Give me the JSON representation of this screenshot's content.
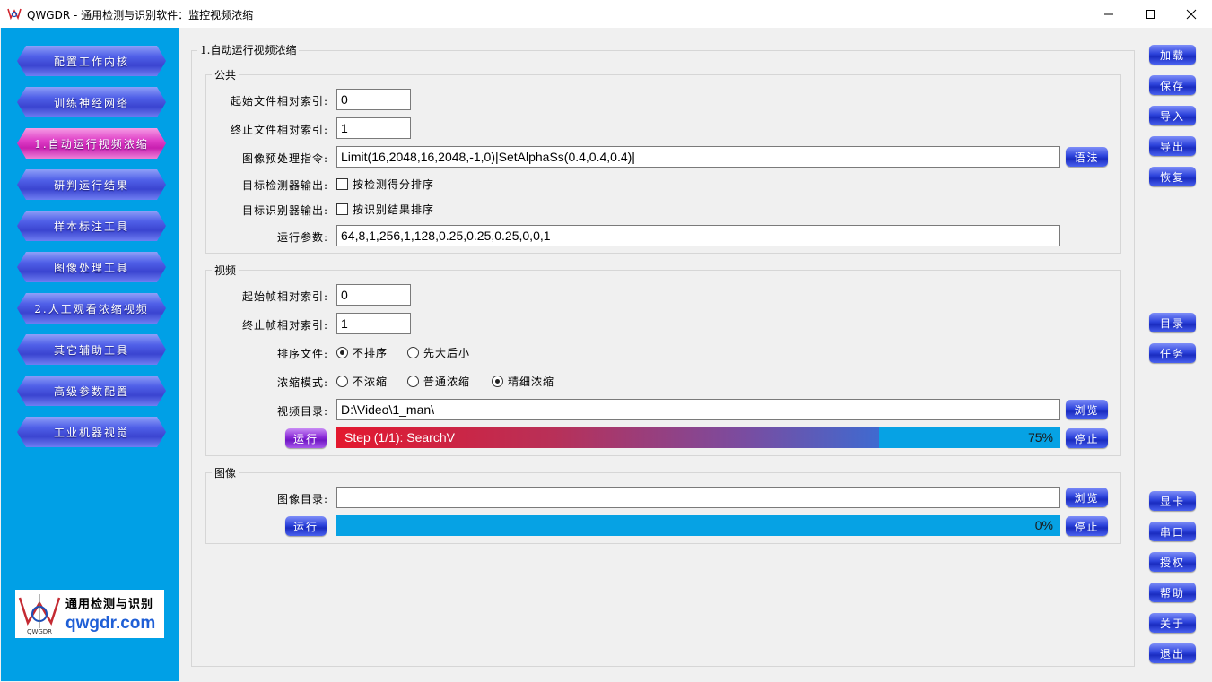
{
  "window": {
    "title": "QWGDR - 通用检测与识别软件：监控视频浓缩"
  },
  "sidebar": {
    "items": [
      {
        "label": "配置工作内核",
        "active": false
      },
      {
        "label": "训练神经网络",
        "active": false
      },
      {
        "label": "1.自动运行视频浓缩",
        "active": true
      },
      {
        "label": "研判运行结果",
        "active": false
      },
      {
        "label": "样本标注工具",
        "active": false
      },
      {
        "label": "图像处理工具",
        "active": false
      },
      {
        "label": "2.人工观看浓缩视频",
        "active": false
      },
      {
        "label": "其它辅助工具",
        "active": false
      },
      {
        "label": "高级参数配置",
        "active": false
      },
      {
        "label": "工业机器视觉",
        "active": false
      }
    ],
    "logo": {
      "brand_cn": "通用检测与识别",
      "brand_url": "qwgdr.com",
      "mark_text": "QWGDR"
    }
  },
  "main": {
    "title": "1.自动运行视频浓缩",
    "common": {
      "legend": "公共",
      "start_file_label": "起始文件相对索引:",
      "start_file_value": "0",
      "end_file_label": "终止文件相对索引:",
      "end_file_value": "1",
      "preprocess_label": "图像预处理指令:",
      "preprocess_value": "Limit(16,2048,16,2048,-1,0)|SetAlphaSs(0.4,0.4,0.4)|",
      "syntax_button": "语法",
      "detector_label": "目标检测器输出:",
      "detector_check": "按检测得分排序",
      "recognizer_label": "目标识别器输出:",
      "recognizer_check": "按识别结果排序",
      "run_params_label": "运行参数:",
      "run_params_value": "64,8,1,256,1,128,0.25,0.25,0.25,0,0,1"
    },
    "video": {
      "legend": "视频",
      "start_frame_label": "起始帧相对索引:",
      "start_frame_value": "0",
      "end_frame_label": "终止帧相对索引:",
      "end_frame_value": "1",
      "sort_label": "排序文件:",
      "sort_options": [
        "不排序",
        "先大后小"
      ],
      "sort_selected": 0,
      "mode_label": "浓缩模式:",
      "mode_options": [
        "不浓缩",
        "普通浓缩",
        "精细浓缩"
      ],
      "mode_selected": 2,
      "dir_label": "视频目录:",
      "dir_value": "D:\\Video\\1_man\\",
      "browse_button": "浏览",
      "run_button": "运行",
      "stop_button": "停止",
      "progress_text": "Step (1/1): SearchV",
      "progress_pct_text": "75%",
      "progress": 0.75
    },
    "image": {
      "legend": "图像",
      "dir_label": "图像目录:",
      "dir_value": "",
      "browse_button": "浏览",
      "run_button": "运行",
      "stop_button": "停止",
      "progress_text": "",
      "progress_pct_text": "0%",
      "progress": 0
    }
  },
  "right_panel": {
    "top": [
      "加载",
      "保存",
      "导入",
      "导出",
      "恢复"
    ],
    "middle": [
      "目录",
      "任务"
    ],
    "bottom": [
      "显卡",
      "串口",
      "授权",
      "帮助",
      "关于",
      "退出"
    ]
  },
  "colors": {
    "sidebar_bg": "#00a0e6",
    "nav_blue": "#4a56e0",
    "nav_active": "#d83cc0",
    "progress_bg": "#06a2e4",
    "progress_fill_start": "#e3182e",
    "progress_fill_end": "#3f6ad0"
  }
}
